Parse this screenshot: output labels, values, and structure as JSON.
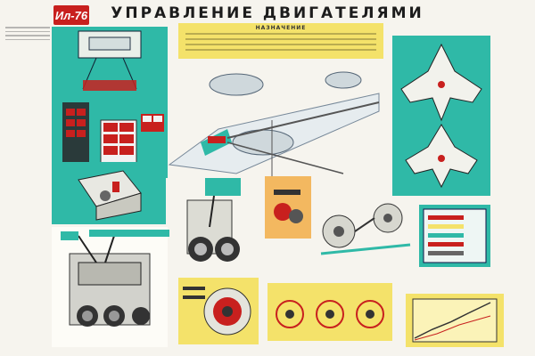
{
  "poster": {
    "badge": "Ил-76",
    "title": "УПРАВЛЕНИЕ ДВИГАТЕЛЯМИ",
    "note_heading": "НАЗНАЧЕНИЕ"
  },
  "colors": {
    "teal": "#2fb9a7",
    "yellow": "#f4e26a",
    "red": "#c8201e",
    "dark_teal": "#0e2f2c"
  },
  "icons": [
    "engine-icon",
    "pulley-icon",
    "lever-icon",
    "aircraft-icon"
  ]
}
